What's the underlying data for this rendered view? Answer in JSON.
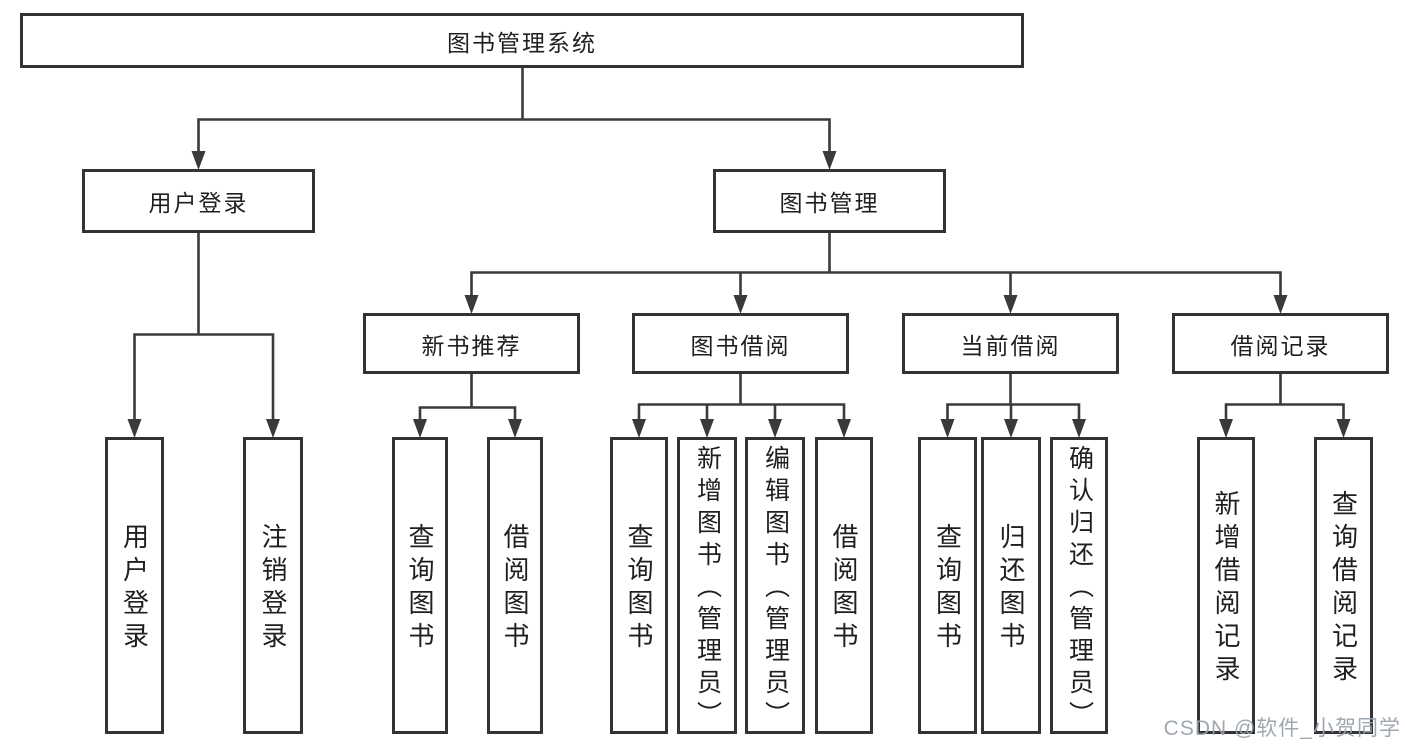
{
  "diagram": {
    "root": "图书管理系统",
    "branches": [
      {
        "label": "用户登录",
        "children": [
          "用户登录",
          "注销登录"
        ]
      },
      {
        "label": "图书管理",
        "sections": [
          {
            "label": "新书推荐",
            "children": [
              "查询图书",
              "借阅图书"
            ]
          },
          {
            "label": "图书借阅",
            "children": [
              "查询图书",
              "新增图书（管理员）",
              "编辑图书（管理员）",
              "借阅图书"
            ]
          },
          {
            "label": "当前借阅",
            "children": [
              "查询图书",
              "归还图书",
              "确认归还（管理员）"
            ]
          },
          {
            "label": "借阅记录",
            "children": [
              "新增借阅记录",
              "查询借阅记录"
            ]
          }
        ]
      }
    ]
  },
  "colors": {
    "line": "#3a3a3a",
    "box_border": "#333333",
    "background": "#ffffff",
    "text": "#1f1f1f",
    "watermark": "#9aa2ad"
  },
  "watermark": "CSDN @软件_小贺同学"
}
